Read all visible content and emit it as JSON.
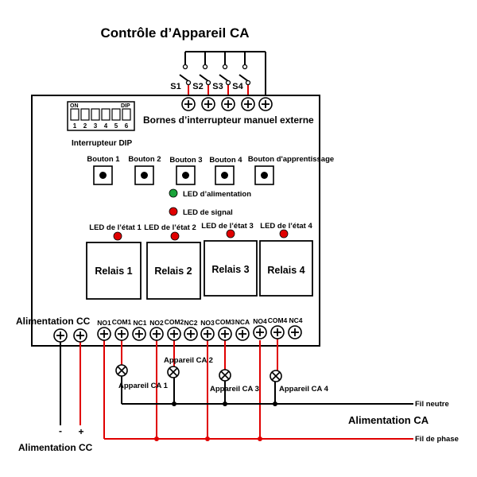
{
  "title": "Contrôle d’Appareil CA",
  "switches": [
    "S1",
    "S2",
    "S3",
    "S4"
  ],
  "manual_terminals_label": "Bornes d’interrupteur manuel externe",
  "dip": {
    "on_label": "ON",
    "dip_label": "DIP",
    "numbers": [
      "1",
      "2",
      "3",
      "4",
      "5",
      "6"
    ],
    "caption": "Interrupteur DIP"
  },
  "buttons": [
    "Bouton 1",
    "Bouton 2",
    "Bouton 3",
    "Bouton 4",
    "Bouton d'apprentissage"
  ],
  "power_led": {
    "label": "LED d’alimentation",
    "color": "#1aa33a"
  },
  "signal_led": {
    "label": "LED de signal",
    "color": "#e00000"
  },
  "status_leds": [
    "LED de l’état 1",
    "LED de l’état 2",
    "LED de l’état 3",
    "LED de l’état 4"
  ],
  "relays": [
    "Relais 1",
    "Relais 2",
    "Relais 3",
    "Relais 4"
  ],
  "dc_power_top": "Alimentation CC",
  "terminal_labels": [
    "NO1",
    "COM1",
    "NC1",
    "NO2",
    "COM2",
    "NC2",
    "NO3",
    "COM3",
    "NCA",
    "NO4",
    "COM4",
    "NC4"
  ],
  "loads": [
    "Appareil CA 1",
    "Appareil CA 2",
    "Appareil CA 3",
    "Appareil CA 4"
  ],
  "neutral_label": "Fil neutre",
  "ac_power_label": "Alimentation CA",
  "phase_label": "Fil de phase",
  "dc_minus": "-",
  "dc_plus": "+",
  "dc_power_bottom": "Alimentation CC",
  "colors": {
    "wire_red": "#e00000",
    "wire_black": "#000000",
    "led_red": "#e00000"
  }
}
